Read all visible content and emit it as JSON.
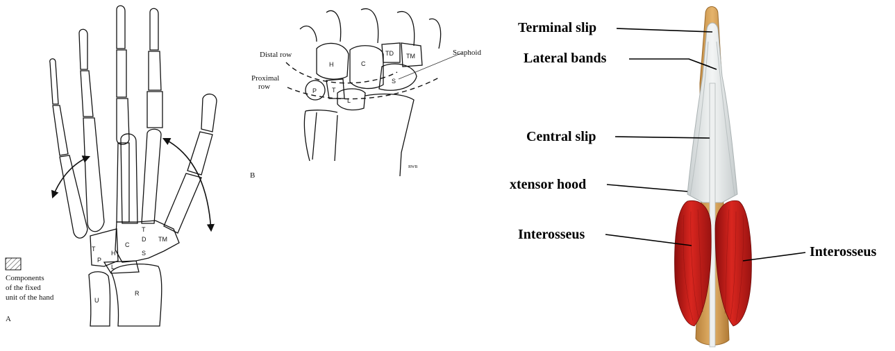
{
  "panel_a": {
    "letter": "A",
    "legend_text": [
      "Components",
      "of the fixed",
      "unit of the hand"
    ],
    "bone_labels": {
      "T": "T",
      "P": "P",
      "H": "H",
      "C": "C",
      "TD_t": "T",
      "TD_d": "D",
      "TM": "TM",
      "S": "S",
      "L": "L",
      "U": "U",
      "R": "R"
    }
  },
  "panel_b": {
    "letter": "B",
    "distal_row": "Distal row",
    "proximal_row_1": "Proximal",
    "proximal_row_2": "row",
    "scaphoid": "Scaphoid",
    "signature": "RWB",
    "bones": {
      "H": "H",
      "C": "C",
      "TD": "TD",
      "TM": "TM",
      "S": "S",
      "P": "P",
      "T": "T",
      "L": "L"
    }
  },
  "panel_c": {
    "labels": {
      "terminal_slip": "Terminal slip",
      "lateral_bands": "Lateral bands",
      "central_slip": "Central slip",
      "extensor_hood": "xtensor hood",
      "interosseus_left": "Interosseus",
      "interosseus_right": "Interosseus"
    },
    "colors": {
      "muscle": "#c8201c",
      "muscle_dark": "#8e0f0e",
      "bone": "#d9a35a",
      "tendon": "#e6eaea"
    }
  }
}
